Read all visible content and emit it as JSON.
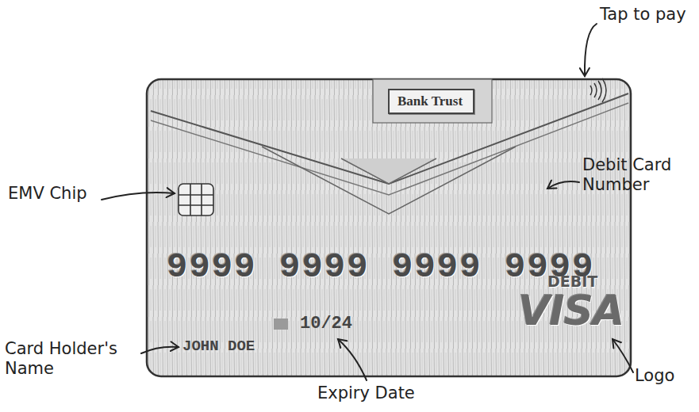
{
  "diagram": {
    "nodes": [
      {
        "text": [
          "9999 9999 9999 9999",
          "DEBIT",
          "VISA",
          "10/24",
          "JOHN DOE"
        ]
      },
      {
        "text": [
          "Bank Trust"
        ],
        "in": 0
      }
    ],
    "labels": [
      "Tap to pay",
      "EMV Chip",
      "Debit Card Number",
      "Card Holder's Name",
      "Expiry Date",
      "Logo"
    ]
  }
}
